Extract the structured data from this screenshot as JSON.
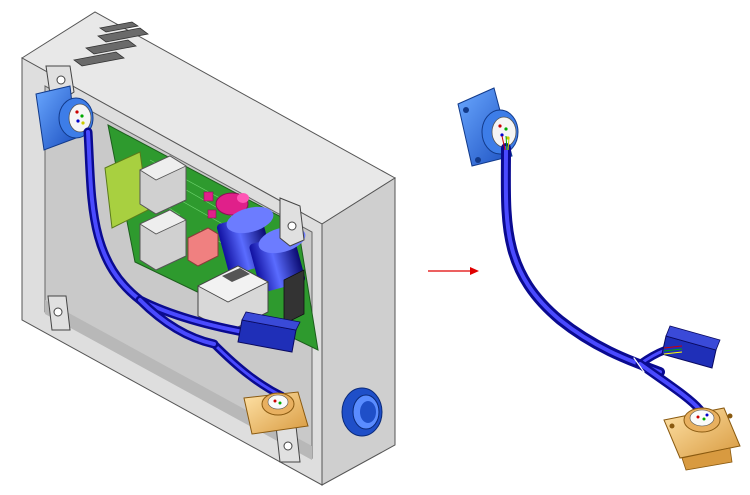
{
  "figure": {
    "left_view": "enclosure-assembly-with-harness",
    "right_view": "isolated-cable-harness",
    "indicator": "arrow-right"
  },
  "colors": {
    "background": "#ffffff",
    "enclosure": "#d9d9d9",
    "pcb": "#2e8b2e",
    "cable": "#1a1ac8",
    "connector_blue": "#2a6fe0",
    "connector_gold": "#f0c070",
    "arrow": "#e00000"
  }
}
